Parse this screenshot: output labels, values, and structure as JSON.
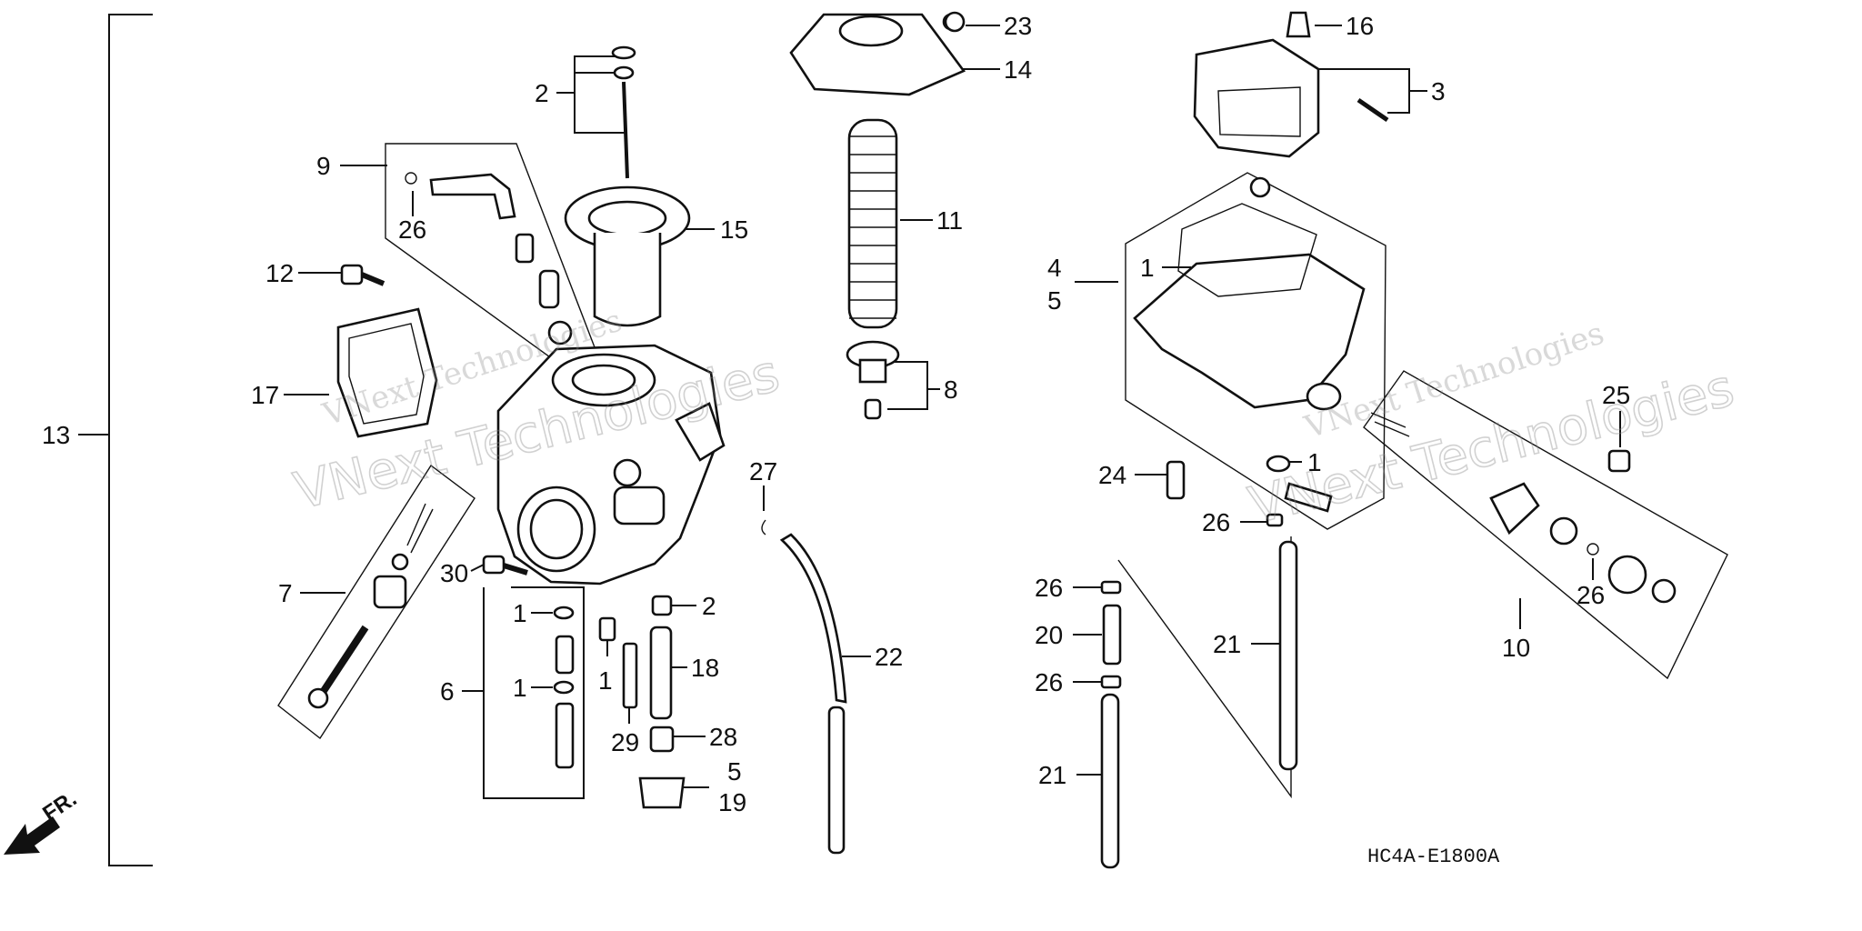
{
  "diagram": {
    "code": "HC4A-E1800A",
    "front_mark": "FR.",
    "watermark": {
      "line1": "VNext Technologies",
      "line2": "VNext Technologies"
    }
  },
  "callouts": [
    {
      "id": "c13",
      "num": "13"
    },
    {
      "id": "c2a",
      "num": "2"
    },
    {
      "id": "c9",
      "num": "9"
    },
    {
      "id": "c26a",
      "num": "26"
    },
    {
      "id": "c12",
      "num": "12"
    },
    {
      "id": "c17",
      "num": "17"
    },
    {
      "id": "c7",
      "num": "7"
    },
    {
      "id": "c30",
      "num": "30"
    },
    {
      "id": "c1a",
      "num": "1"
    },
    {
      "id": "c6",
      "num": "6"
    },
    {
      "id": "c1b",
      "num": "1"
    },
    {
      "id": "c1c",
      "num": "1"
    },
    {
      "id": "c2b",
      "num": "2"
    },
    {
      "id": "c18",
      "num": "18"
    },
    {
      "id": "c29",
      "num": "29"
    },
    {
      "id": "c28",
      "num": "28"
    },
    {
      "id": "c5a",
      "num": "5"
    },
    {
      "id": "c19",
      "num": "19"
    },
    {
      "id": "c15",
      "num": "15"
    },
    {
      "id": "c23",
      "num": "23"
    },
    {
      "id": "c14",
      "num": "14"
    },
    {
      "id": "c11",
      "num": "11"
    },
    {
      "id": "c8",
      "num": "8"
    },
    {
      "id": "c27",
      "num": "27"
    },
    {
      "id": "c22",
      "num": "22"
    },
    {
      "id": "c16",
      "num": "16"
    },
    {
      "id": "c3",
      "num": "3"
    },
    {
      "id": "c4",
      "num": "4"
    },
    {
      "id": "c5b",
      "num": "5"
    },
    {
      "id": "c1d",
      "num": "1"
    },
    {
      "id": "c1e",
      "num": "1"
    },
    {
      "id": "c24",
      "num": "24"
    },
    {
      "id": "c26b",
      "num": "26"
    },
    {
      "id": "c25",
      "num": "25"
    },
    {
      "id": "c26c",
      "num": "26"
    },
    {
      "id": "c10",
      "num": "10"
    },
    {
      "id": "c26d",
      "num": "26"
    },
    {
      "id": "c20",
      "num": "20"
    },
    {
      "id": "c26e",
      "num": "26"
    },
    {
      "id": "c21a",
      "num": "21"
    },
    {
      "id": "c21b",
      "num": "21"
    }
  ]
}
